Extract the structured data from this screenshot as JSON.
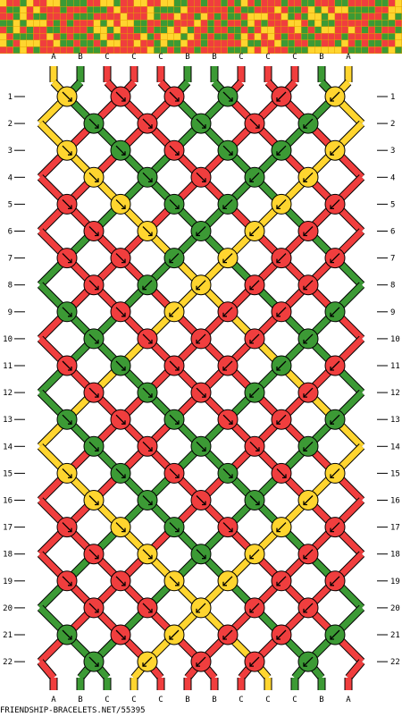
{
  "colors": {
    "A": "#FFD52F",
    "B": "#3C9A35",
    "C": "#F03E3E",
    "preview_bg": "#E0A000",
    "outline": "#000000"
  },
  "strand_labels_top": [
    "A",
    "B",
    "C",
    "C",
    "C",
    "B",
    "B",
    "C",
    "C",
    "C",
    "B",
    "A"
  ],
  "strand_labels_bottom": [
    "A",
    "B",
    "C",
    "C",
    "C",
    "B",
    "B",
    "C",
    "C",
    "C",
    "B",
    "A"
  ],
  "row_numbers": [
    "1",
    "2",
    "3",
    "4",
    "5",
    "6",
    "7",
    "8",
    "9",
    "10",
    "11",
    "12",
    "13",
    "14",
    "15",
    "16",
    "17",
    "18",
    "19",
    "20",
    "21",
    "22"
  ],
  "knot_rows": [
    [
      "fb",
      "fb",
      "fb",
      "fb",
      "bf",
      "bf"
    ],
    [
      "f",
      "f",
      "f",
      "f",
      "b"
    ],
    [
      "f",
      "f",
      "f",
      "f",
      "b",
      "b"
    ],
    [
      "f",
      "f",
      "f",
      "b",
      "b"
    ],
    [
      "f",
      "f",
      "f",
      "b",
      "b",
      "b"
    ],
    [
      "f",
      "f",
      "b",
      "b",
      "b"
    ],
    [
      "f",
      "f",
      "b",
      "b",
      "b",
      "b"
    ],
    [
      "f",
      "b",
      "b",
      "b",
      "b"
    ],
    [
      "f",
      "f",
      "b",
      "b",
      "b",
      "b"
    ],
    [
      "f",
      "f",
      "b",
      "b",
      "b"
    ],
    [
      "f",
      "f",
      "f",
      "b",
      "b",
      "b"
    ],
    [
      "f",
      "f",
      "f",
      "b",
      "b"
    ],
    [
      "f",
      "f",
      "f",
      "f",
      "b",
      "b"
    ],
    [
      "f",
      "f",
      "f",
      "f",
      "b"
    ],
    [
      "f",
      "f",
      "f",
      "f",
      "f",
      "b"
    ],
    [
      "f",
      "f",
      "f",
      "f",
      "b"
    ],
    [
      "f",
      "f",
      "f",
      "f",
      "b",
      "b"
    ],
    [
      "f",
      "f",
      "f",
      "b",
      "b"
    ],
    [
      "f",
      "f",
      "f",
      "b",
      "b",
      "b"
    ],
    [
      "f",
      "f",
      "b",
      "b",
      "b"
    ],
    [
      "f",
      "f",
      "b",
      "b",
      "b",
      "b"
    ],
    [
      "f",
      "b",
      "b",
      "b",
      "b"
    ]
  ],
  "footer_text": "FRIENDSHIP-BRACELETS.NET/55395"
}
